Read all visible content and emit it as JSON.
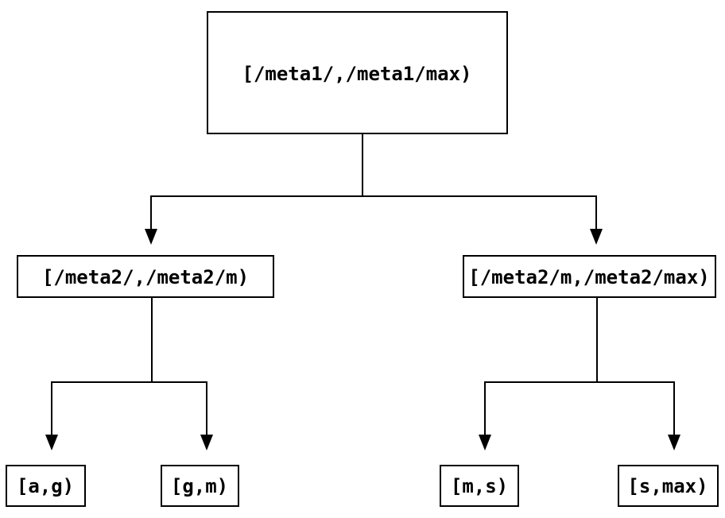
{
  "diagram": {
    "type": "tree",
    "background_color": "#ffffff",
    "line_color": "#000000",
    "text_color": "#000000",
    "root": {
      "label": "[/meta1/,/meta1/max)",
      "children": [
        {
          "label": "[/meta2/,/meta2/m)",
          "children": [
            {
              "label": "[a,g)"
            },
            {
              "label": "[g,m)"
            }
          ]
        },
        {
          "label": "[/meta2/m,/meta2/max)",
          "children": [
            {
              "label": "[m,s)"
            },
            {
              "label": "[s,max)"
            }
          ]
        }
      ]
    }
  }
}
